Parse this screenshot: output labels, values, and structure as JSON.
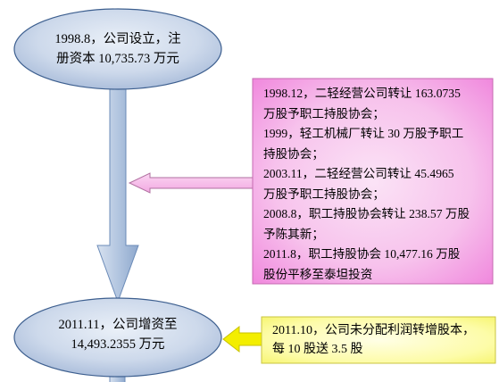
{
  "nodes": {
    "founding": {
      "lines": [
        "1998.8，公司设立，注",
        "册资本 10,735.73 万元"
      ]
    },
    "capital_increase": {
      "lines": [
        "2011.11，公司增资至",
        "14,493.2355 万元"
      ]
    }
  },
  "callouts": {
    "transfers": {
      "lines": [
        "1998.12，二轻经营公司转让 163.0735",
        "万股予职工持股协会；",
        "1999，轻工机械厂转让 30 万股予职工",
        "持股协会；",
        "2003.11，二轻经营公司转让 45.4965",
        "万股予职工持股协会；",
        "2008.8，职工持股协会转让 238.57 万股",
        "予陈其新；",
        "2011.8，职工持股协会 10,477.16 万股",
        "股份平移至泰坦投资"
      ]
    },
    "bonus_shares": {
      "lines": [
        "2011.10，公司未分配利润转增股本，",
        "每 10 股送 3.5 股"
      ]
    }
  },
  "colors": {
    "ellipse_light": "#e6ecf6",
    "ellipse_dark": "#a9bcd9",
    "ellipse_stroke": "#355a8c",
    "arrow_fill": "#a9bfdc",
    "arrow_stroke": "#5d7fb1",
    "pink_light": "#f9d3ef",
    "pink_dark": "#f078da",
    "pink_arrow": "#f4b4e6",
    "yellow_light": "#fffed8",
    "yellow_dark": "#f7f460",
    "yellow_arrow": "#f5f000"
  }
}
